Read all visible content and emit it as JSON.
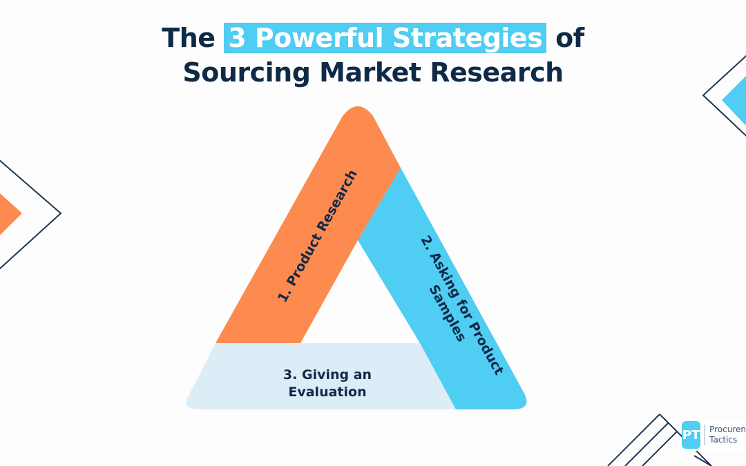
{
  "title": {
    "prefix": "The",
    "highlight": "3 Powerful Strategies",
    "suffix": "of",
    "line2": "Sourcing Market Research"
  },
  "diagram": {
    "segments": [
      {
        "id": "product-research",
        "label": "1. Product Research",
        "color": "#fd8a4f"
      },
      {
        "id": "asking-samples",
        "label_line1": "2. Asking for Product",
        "label_line2": "Samples",
        "color": "#4fcdf2"
      },
      {
        "id": "evaluation",
        "label_line1": "3. Giving an",
        "label_line2": "Evaluation",
        "color": "#ddedf8"
      }
    ],
    "text_color": "#0f2a47",
    "outline_color": "#1e3550"
  },
  "logo": {
    "mark": "PT",
    "line1": "Procuren",
    "line2": "Tactics",
    "color": "#4fcdf2"
  }
}
